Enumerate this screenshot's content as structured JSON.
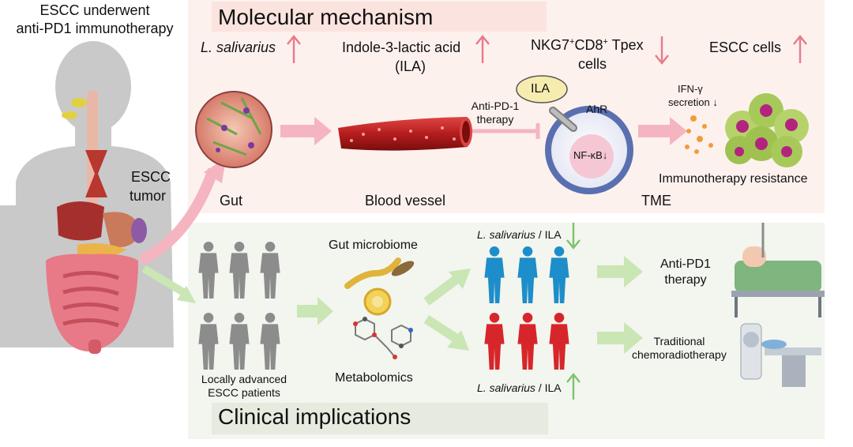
{
  "header": {
    "line1": "ESCC underwent",
    "line2": "anti-PD1 immunotherapy"
  },
  "body_labels": {
    "escc": "ESCC",
    "tumor": "tumor"
  },
  "molecular": {
    "title": "Molecular mechanism",
    "microbe": "L. salivarius",
    "ila_line1": "Indole-3-lactic acid",
    "ila_line2": "(ILA)",
    "tpex_prefix": "NKG7",
    "tpex_mid": "CD8",
    "tpex_suffix": " Tpex",
    "tpex_line2": "cells",
    "sup_plus": "+",
    "escc_cells": "ESCC cells",
    "gut": "Gut",
    "blood_vessel": "Blood vessel",
    "tme": "TME",
    "therapy_line1": "Anti-PD-1",
    "therapy_line2": "therapy",
    "ila_badge": "ILA",
    "ahr": "AhR",
    "nfkb": "NF-κB",
    "ifn_line1": "IFN-γ",
    "ifn_line2": "secretion",
    "resistance": "Immunotherapy resistance",
    "arrow_up": "↑",
    "arrow_down": "↓"
  },
  "clinical": {
    "title": "Clinical implications",
    "patients_line1": "Locally advanced",
    "patients_line2": "ESCC patients",
    "microbiome": "Gut microbiome",
    "metabolomics": "Metabolomics",
    "group_low_microbe": "L. salivarius",
    "group_low_sep": " / ILA",
    "group_high_microbe": "L. salivarius",
    "group_high_sep": " / ILA",
    "anti_pd1_line1": "Anti-PD1",
    "anti_pd1_line2": "therapy",
    "trad_line1": "Traditional",
    "trad_line2": "chemoradiotherapy"
  },
  "colors": {
    "pink_arrow": "#f4b5c0",
    "green_arrow": "#c9e6b4",
    "blue_figure": "#1d8ec9",
    "red_figure": "#d7262b",
    "grey_figure": "#8c8c8c",
    "up_arrow_pink": "#e8798a",
    "up_arrow_green": "#7cc36b"
  }
}
